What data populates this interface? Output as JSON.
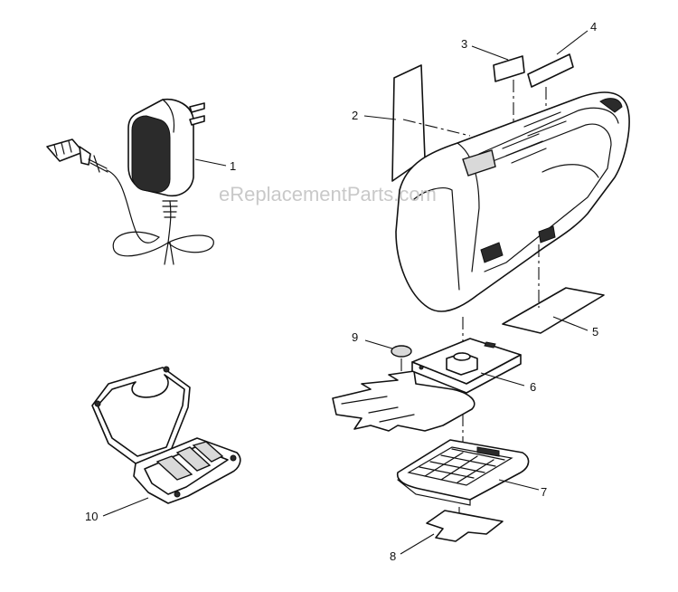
{
  "watermark": "eReplacementParts.com",
  "callouts": {
    "c1": "1",
    "c2": "2",
    "c3": "3",
    "c4": "4",
    "c5": "5",
    "c6": "6",
    "c7": "7",
    "c8": "8",
    "c9": "9",
    "c10": "10"
  }
}
